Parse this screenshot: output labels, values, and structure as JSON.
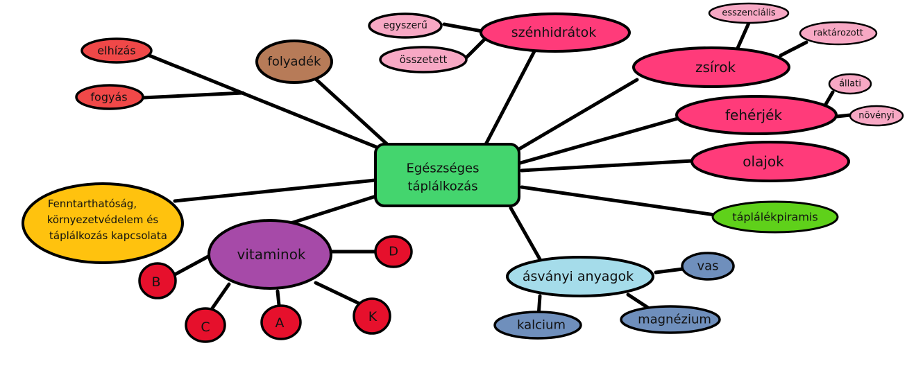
{
  "center": {
    "line1": "Egészséges",
    "line2": "táplálkozás",
    "color": "#44d56e"
  },
  "nodes": {
    "szenhidratok": {
      "label": "szénhidrátok",
      "color": "#ff3b7a"
    },
    "egyszeru": {
      "label": "egyszerű",
      "color": "#f7a8c4"
    },
    "osszetett": {
      "label": "összetett",
      "color": "#f7a8c4"
    },
    "zsirok": {
      "label": "zsírok",
      "color": "#ff3b7a"
    },
    "esszencialis": {
      "label": "esszenciális",
      "color": "#f7a8c4"
    },
    "raktarozott": {
      "label": "raktározott",
      "color": "#f7a8c4"
    },
    "feherjek": {
      "label": "fehérjék",
      "color": "#ff3b7a"
    },
    "allati": {
      "label": "állati",
      "color": "#f7a8c4"
    },
    "novenyi": {
      "label": "növényi",
      "color": "#f7a8c4"
    },
    "olajok": {
      "label": "olajok",
      "color": "#ff3b7a"
    },
    "taplalekpiramis": {
      "label": "táplálékpiramis",
      "color": "#5fd11a"
    },
    "asvanyi": {
      "label": "ásványi anyagok",
      "color": "#a5dcea"
    },
    "vas": {
      "label": "vas",
      "color": "#6f8fbc"
    },
    "magnezium": {
      "label": "magnézium",
      "color": "#6f8fbc"
    },
    "kalcium": {
      "label": "kalcium",
      "color": "#6f8fbc"
    },
    "vitaminok": {
      "label": "vitaminok",
      "color": "#a64aa8"
    },
    "vit_d": {
      "label": "D",
      "color": "#e6102c"
    },
    "vit_b": {
      "label": "B",
      "color": "#e6102c"
    },
    "vit_c": {
      "label": "C",
      "color": "#e6102c"
    },
    "vit_a": {
      "label": "A",
      "color": "#e6102c"
    },
    "vit_k": {
      "label": "K",
      "color": "#e6102c"
    },
    "fenntarthatosag": {
      "line1": "Fenntarthatóság,",
      "line2": "környezetvédelem és",
      "line3": "táplálkozás kapcsolata",
      "color": "#ffc20e"
    },
    "folyadek": {
      "label": "folyadék",
      "color": "#b77b58"
    },
    "elhizas": {
      "label": "elhízás",
      "color": "#f04848"
    },
    "fogyas": {
      "label": "fogyás",
      "color": "#f04848"
    }
  }
}
